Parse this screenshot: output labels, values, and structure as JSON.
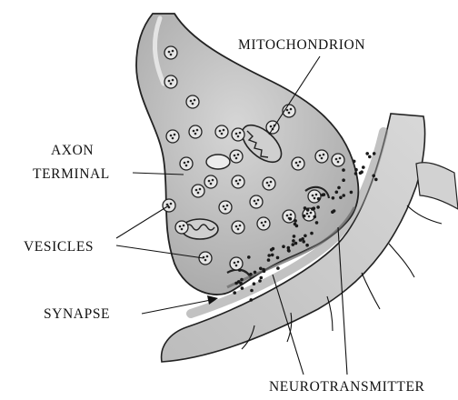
{
  "labels": {
    "mitochondrion": "MITOCHONDRION",
    "axon_line1": "AXON",
    "axon_line2": "TERMINAL",
    "vesicles": "VESICLES",
    "synapse": "SYNAPSE",
    "neurotransmitter": "NEUROTRANSMITTER"
  },
  "colors": {
    "axon_fill": "#bdbdbd",
    "axon_highlight": "#d4d4d4",
    "dendrite_fill": "#c9c9c9",
    "dendrite_dark": "#8f8f8f",
    "outline": "#222222",
    "vesicle_fill": "#e6e6e6",
    "dot": "#1a1a1a"
  }
}
